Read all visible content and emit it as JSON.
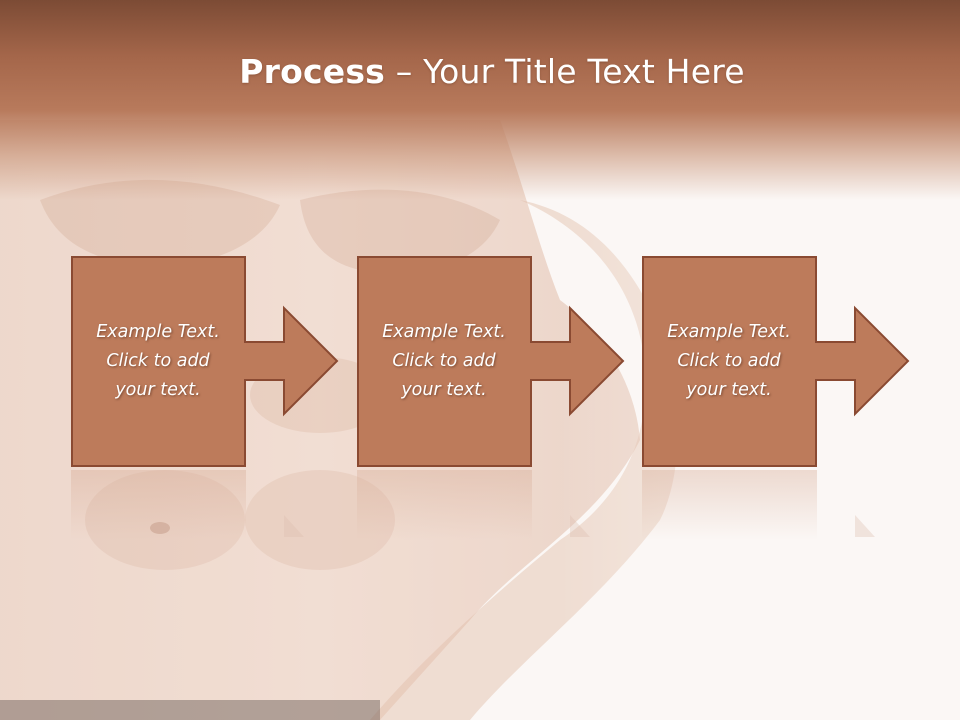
{
  "title": {
    "bold": "Process",
    "rest": " – Your Title Text Here"
  },
  "steps": [
    {
      "text": "Example Text.\nClick  to add\nyour text."
    },
    {
      "text": "Example Text.\nClick  to add\nyour text."
    },
    {
      "text": "Example Text.\nClick  to add\nyour text."
    }
  ],
  "colors": {
    "band": "#b87a5c",
    "shape_fill": "#bd7b5b",
    "shape_border": "#8a4a32",
    "background": "#fbf7f5"
  }
}
